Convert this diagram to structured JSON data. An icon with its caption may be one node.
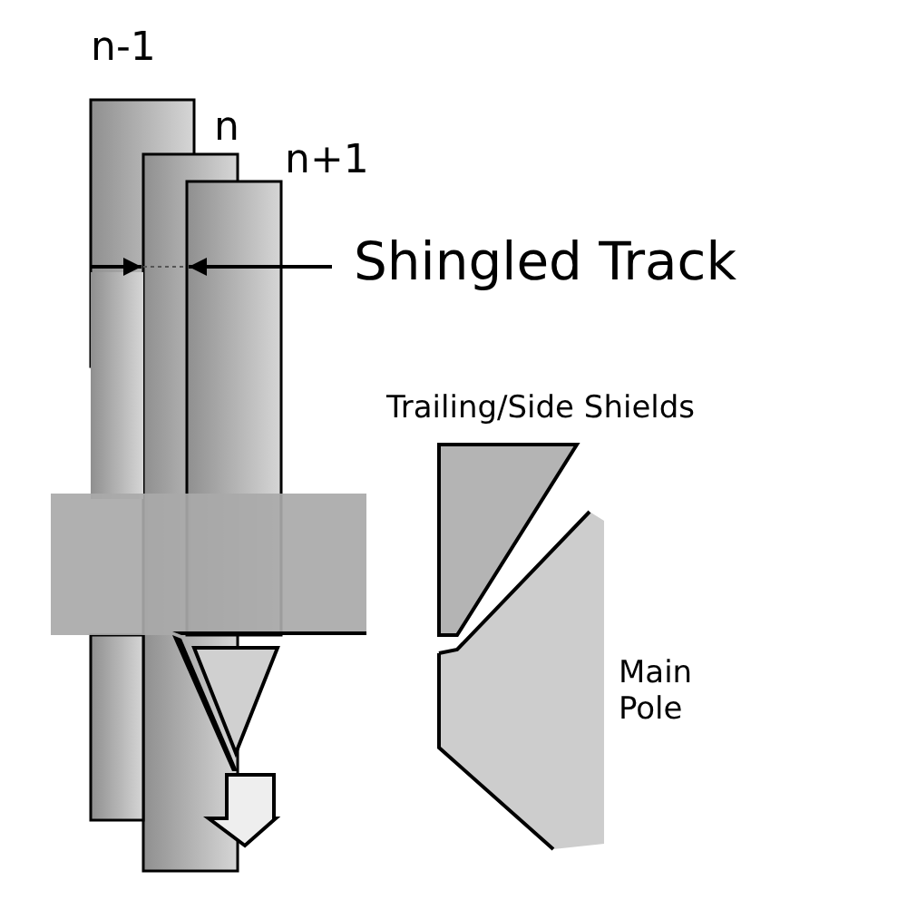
{
  "diagram": {
    "labels": [
      "n-1",
      "n",
      "n+1",
      "Shingled Track",
      "Trailing/Side Shields",
      "Main Pole"
    ]
  }
}
